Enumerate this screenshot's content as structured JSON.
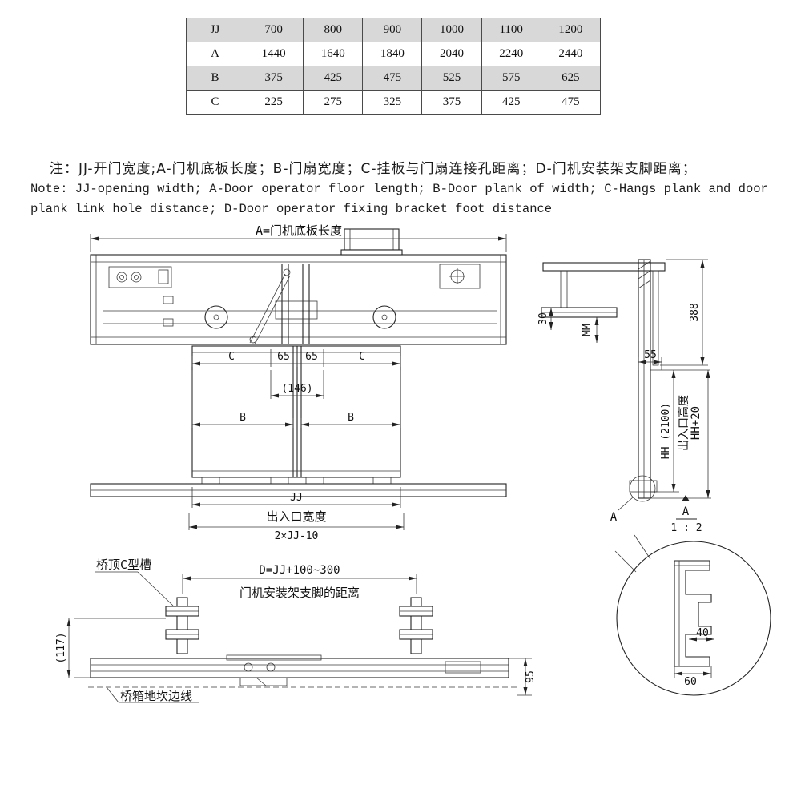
{
  "table": {
    "row_headers": [
      "JJ",
      "A",
      "B",
      "C"
    ],
    "rows": [
      [
        "700",
        "800",
        "900",
        "1000",
        "1100",
        "1200"
      ],
      [
        "1440",
        "1640",
        "1840",
        "2040",
        "2240",
        "2440"
      ],
      [
        "375",
        "425",
        "475",
        "525",
        "575",
        "625"
      ],
      [
        "225",
        "275",
        "325",
        "375",
        "425",
        "475"
      ]
    ]
  },
  "notes": {
    "cn": "注：JJ-开门宽度;A-门机底板长度；B-门扇宽度；C-挂板与门扇连接孔距离；D-门机安装架支脚距离；",
    "en1": "Note: JJ-opening width; A-Door operator floor length; B-Door plank of width; C-Hangs plank and door",
    "en2": "plank link hole distance; D-Door operator fixing bracket foot distance"
  },
  "front": {
    "a_label": "A=门机底板长度",
    "c": "C",
    "n65": "65",
    "n146": "(146)",
    "b": "B",
    "jj": "JJ",
    "entrance_width": "出入口宽度",
    "two_jj": "2×JJ-10"
  },
  "side": {
    "n30": "30",
    "mm": "MM",
    "n388": "388",
    "n55": "55",
    "hh2100": "HH (2100)",
    "entrance_height": "出入口高度",
    "hh20": "HH+20",
    "detail_a": "A",
    "scale": "1 : 2"
  },
  "bottom": {
    "c_slot": "桥顶C型槽",
    "d_dim": "D=JJ+100~300",
    "bracket_dist": "门机安装架支脚的距离",
    "n117": "(117)",
    "n95": "95",
    "sill_edge": "桥箱地坎边线"
  },
  "detail": {
    "n40": "40",
    "n60": "60"
  }
}
